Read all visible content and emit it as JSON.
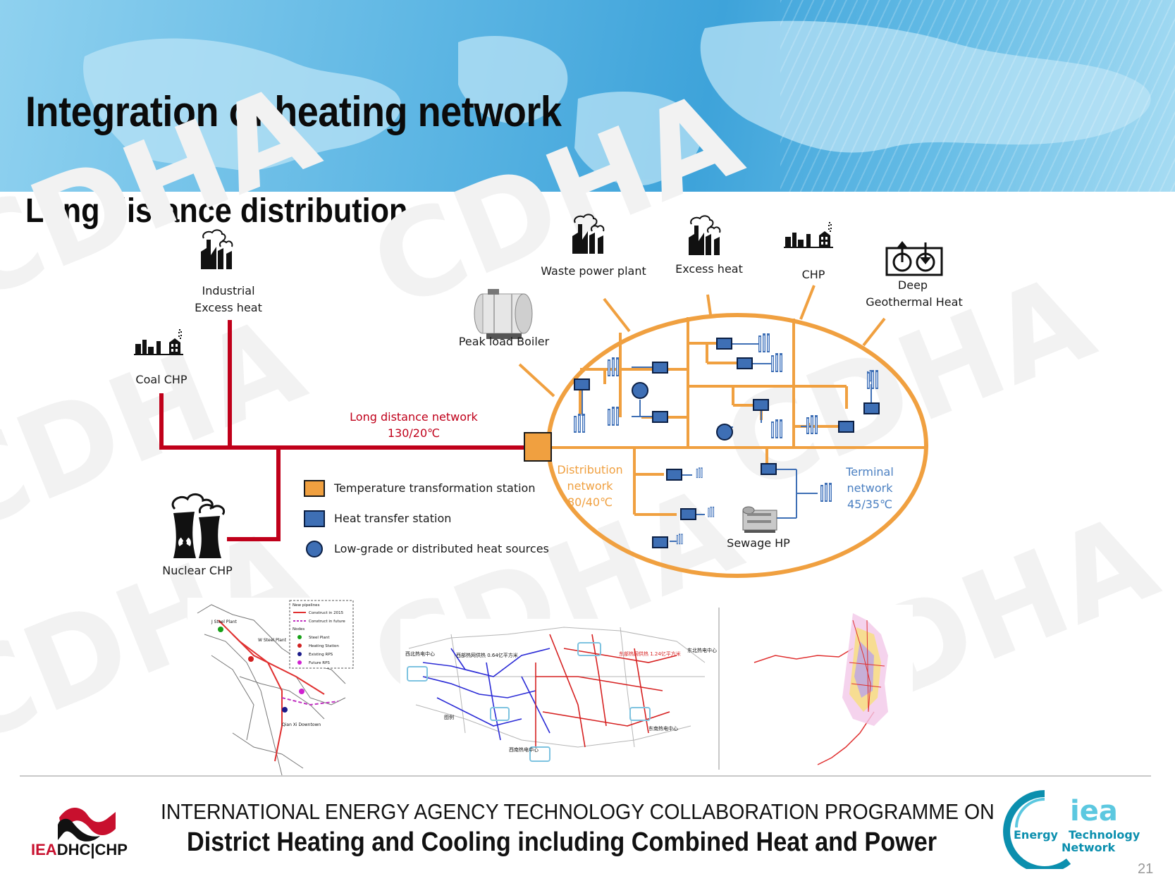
{
  "slide": {
    "title": "Integration of heating network",
    "subtitle": "Long distance distribution",
    "watermark": "CDHA",
    "page_number": "21"
  },
  "diagram": {
    "sources": {
      "industrial_excess_heat": [
        "Industrial",
        "Excess heat"
      ],
      "coal_chp": "Coal CHP",
      "nuclear_chp": "Nuclear CHP",
      "peak_load_boiler": "Peak load Boiler",
      "waste_power_plant": "Waste power plant",
      "excess_heat": "Excess heat",
      "chp": "CHP",
      "deep_geothermal": [
        "Deep",
        "Geothermal Heat"
      ]
    },
    "long_distance_network": {
      "label": "Long distance network",
      "temperature": "130/20℃",
      "color": "#c0001a"
    },
    "distribution_network": {
      "label": [
        "Distribution",
        "network"
      ],
      "temperature": "80/40℃",
      "color": "#f0a040"
    },
    "terminal_network": {
      "label": [
        "Terminal",
        "network"
      ],
      "temperature": "45/35℃",
      "color": "#4a7fc1"
    },
    "sewage_hp": "Sewage HP",
    "legend": [
      {
        "symbol": "orange-square",
        "label": "Temperature transformation station"
      },
      {
        "symbol": "blue-square",
        "label": "Heat transfer station"
      },
      {
        "symbol": "blue-circle",
        "label": "Low-grade or distributed heat sources"
      }
    ]
  },
  "maps": {
    "map1": {
      "legend_title": "New pipelines",
      "legend_items": [
        "Construct in 2015",
        "Construct in future"
      ],
      "nodes_title": "Nodes",
      "node_items": [
        "Steel Plant",
        "Heating Station",
        "Existing RPS",
        "Future RPS"
      ],
      "places": [
        "J Steel Plant",
        "W Steel Plant",
        "Qian Xi Downtown"
      ]
    },
    "map2": {
      "labels": [
        "西部热网供热 0.64亿平方米",
        "东部热网供热 1.24亿平方米",
        "西北热电中心",
        "东北热电中心",
        "东南热电中心",
        "西南热电中心",
        "图例"
      ]
    }
  },
  "footer": {
    "line1": "INTERNATIONAL ENERGY AGENCY TECHNOLOGY COLLABORATION PROGRAMME ON",
    "line2": "District Heating and Cooling including Combined Heat and Power",
    "left_logo_red": "IEA",
    "left_logo_black": "DHC|CHP",
    "right_logo_name": "iea",
    "right_logo_text1": "Energy",
    "right_logo_text2": "Technology",
    "right_logo_text3": "Network"
  },
  "colors": {
    "red": "#c0001a",
    "orange": "#f0a040",
    "blue_station": "#3e6fb5",
    "iea_teal": "#0b8fae"
  }
}
